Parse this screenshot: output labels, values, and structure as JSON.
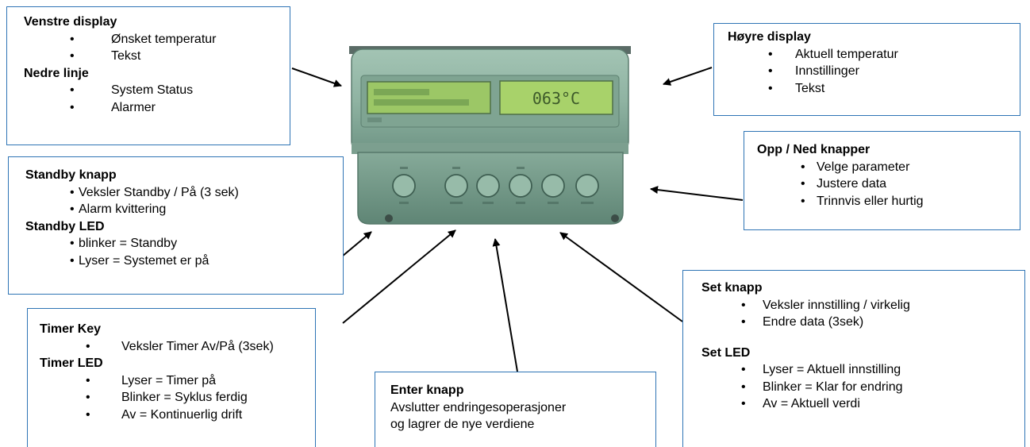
{
  "left_display": {
    "title1": "Venstre  display",
    "items1": [
      "Ønsket temperatur",
      "Tekst"
    ],
    "title2": "Nedre linje",
    "items2": [
      "System Status",
      "Alarmer"
    ]
  },
  "right_display": {
    "title": "Høyre display",
    "items": [
      "Aktuell temperatur",
      "Innstillinger",
      "Tekst"
    ]
  },
  "updown": {
    "title": "Opp / Ned knapper",
    "items": [
      "Velge parameter",
      "Justere data",
      "Trinnvis eller hurtig"
    ]
  },
  "standby": {
    "title1": "Standby knapp",
    "items1": [
      "Veksler  Standby / På (3 sek)",
      "Alarm kvittering"
    ],
    "title2": "Standby LED",
    "items2": [
      "blinker = Standby",
      "Lyser = Systemet er på"
    ]
  },
  "timer": {
    "title1": "Timer Key",
    "items1": [
      "Veksler Timer Av/På (3sek)"
    ],
    "title2": "Timer LED",
    "items2": [
      "Lyser = Timer på",
      "Blinker = Syklus ferdig",
      "Av = Kontinuerlig drift"
    ]
  },
  "enter": {
    "title": "Enter knapp",
    "line1": "Avslutter endringesoperasjoner",
    "line2": "og lagrer de nye verdiene"
  },
  "set": {
    "title1": "Set knapp",
    "items1": [
      "Veksler innstilling  /  virkelig",
      "Endre data (3sek)"
    ],
    "title2": "Set LED",
    "items2": [
      "Lyser = Aktuell innstilling",
      "Blinker = Klar for endring",
      "Av = Aktuell verdi"
    ]
  },
  "device": {
    "right_lcd_text": "063°C",
    "body_color": "#8fb3a2",
    "lcd_color": "#a8d26a",
    "arrow_color": "#000000",
    "box_border_color": "#2e74b5"
  }
}
